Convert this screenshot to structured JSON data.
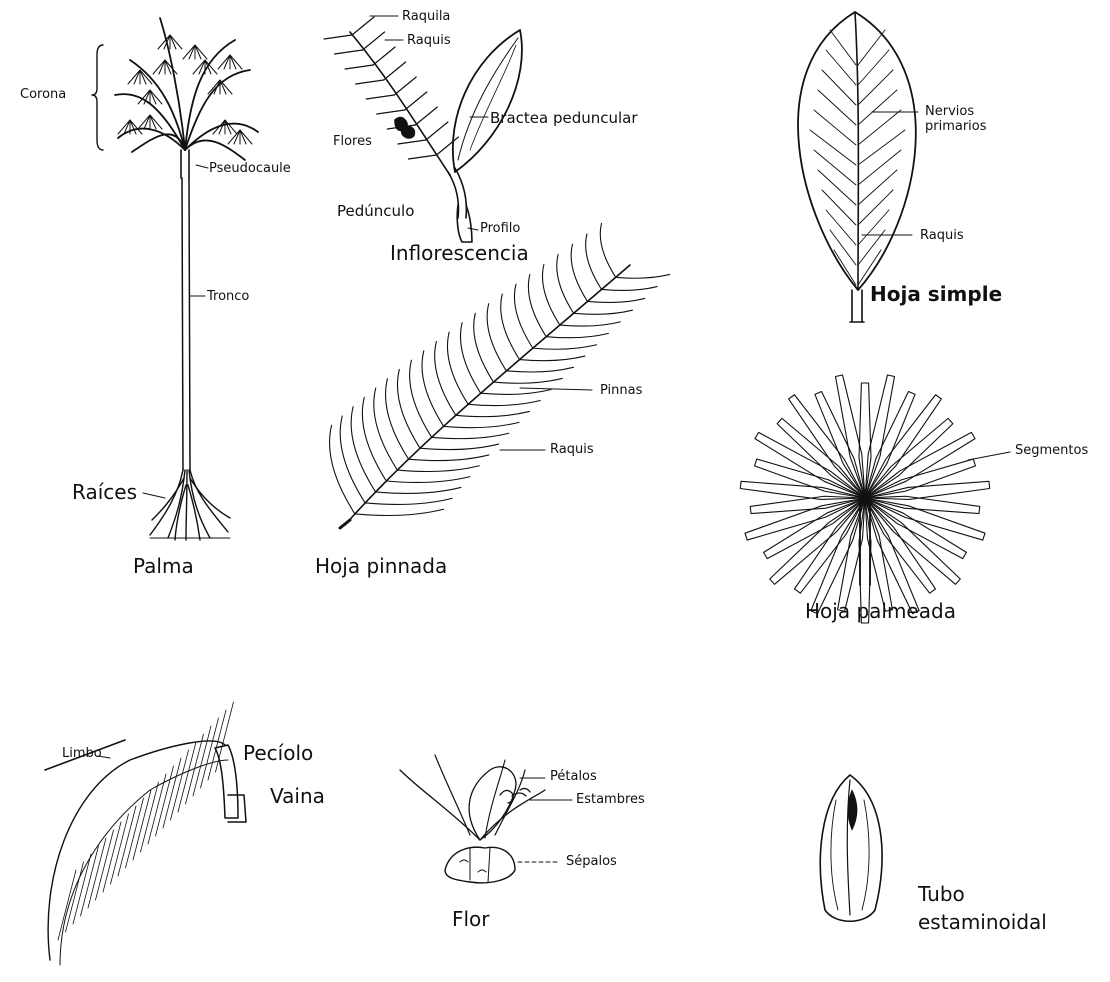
{
  "labels": {
    "corona": "Corona",
    "pseudocaule": "Pseudocaule",
    "tronco": "Tronco",
    "raices": "Raíces",
    "palma": "Palma",
    "raquila": "Raquila",
    "raquis_infl": "Raquis",
    "flores": "Flores",
    "bractea": "Bractea peduncular",
    "pedunculo": "Pedúnculo",
    "profilo": "Profilo",
    "inflorescencia": "Inflorescencia",
    "nervios": "Nervios primarios",
    "raquis_simple": "Raquis",
    "hoja_simple": "Hoja simple",
    "pinnas": "Pinnas",
    "raquis_pinnada": "Raquis",
    "hoja_pinnada": "Hoja pinnada",
    "segmentos": "Segmentos",
    "hoja_palmeada": "Hoja palmeada",
    "limbo": "Limbo",
    "peciolo": "Pecíolo",
    "vaina": "Vaina",
    "petalos": "Pétalos",
    "estambres": "Estambres",
    "sepalos": "Sépalos",
    "flor": "Flor",
    "tubo": "Tubo",
    "estaminoidal": "estaminoidal"
  }
}
